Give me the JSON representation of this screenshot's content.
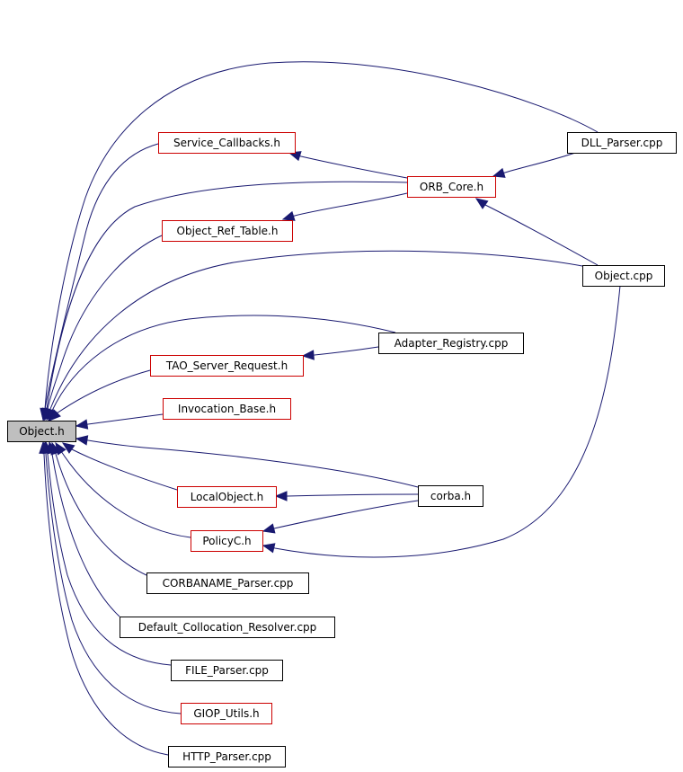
{
  "diagram": {
    "nodes": [
      {
        "id": "object_h",
        "label": "Object.h",
        "style": "root"
      },
      {
        "id": "dll_parser",
        "label": "DLL_Parser.cpp",
        "style": "black"
      },
      {
        "id": "service_callbacks",
        "label": "Service_Callbacks.h",
        "style": "red"
      },
      {
        "id": "orb_core",
        "label": "ORB_Core.h",
        "style": "red"
      },
      {
        "id": "object_ref_table",
        "label": "Object_Ref_Table.h",
        "style": "red"
      },
      {
        "id": "object_cpp",
        "label": "Object.cpp",
        "style": "black"
      },
      {
        "id": "adapter_registry",
        "label": "Adapter_Registry.cpp",
        "style": "black"
      },
      {
        "id": "tao_server_request",
        "label": "TAO_Server_Request.h",
        "style": "red"
      },
      {
        "id": "invocation_base",
        "label": "Invocation_Base.h",
        "style": "red"
      },
      {
        "id": "corba_h",
        "label": "corba.h",
        "style": "black"
      },
      {
        "id": "localobject",
        "label": "LocalObject.h",
        "style": "red"
      },
      {
        "id": "policyc",
        "label": "PolicyC.h",
        "style": "red"
      },
      {
        "id": "corbaname_parser",
        "label": "CORBANAME_Parser.cpp",
        "style": "black"
      },
      {
        "id": "default_collocation",
        "label": "Default_Collocation_Resolver.cpp",
        "style": "black"
      },
      {
        "id": "file_parser",
        "label": "FILE_Parser.cpp",
        "style": "black"
      },
      {
        "id": "giop_utils",
        "label": "GIOP_Utils.h",
        "style": "red"
      },
      {
        "id": "http_parser",
        "label": "HTTP_Parser.cpp",
        "style": "black"
      }
    ],
    "edges": [
      {
        "from": "dll_parser",
        "to": "object_h"
      },
      {
        "from": "dll_parser",
        "to": "orb_core"
      },
      {
        "from": "service_callbacks",
        "to": "object_h"
      },
      {
        "from": "orb_core",
        "to": "service_callbacks"
      },
      {
        "from": "orb_core",
        "to": "object_h"
      },
      {
        "from": "orb_core",
        "to": "object_ref_table"
      },
      {
        "from": "object_ref_table",
        "to": "object_h"
      },
      {
        "from": "object_cpp",
        "to": "orb_core"
      },
      {
        "from": "object_cpp",
        "to": "object_h"
      },
      {
        "from": "object_cpp",
        "to": "policyc"
      },
      {
        "from": "adapter_registry",
        "to": "object_h"
      },
      {
        "from": "adapter_registry",
        "to": "tao_server_request"
      },
      {
        "from": "tao_server_request",
        "to": "object_h"
      },
      {
        "from": "invocation_base",
        "to": "object_h"
      },
      {
        "from": "corba_h",
        "to": "object_h"
      },
      {
        "from": "corba_h",
        "to": "localobject"
      },
      {
        "from": "corba_h",
        "to": "policyc"
      },
      {
        "from": "localobject",
        "to": "object_h"
      },
      {
        "from": "policyc",
        "to": "object_h"
      },
      {
        "from": "corbaname_parser",
        "to": "object_h"
      },
      {
        "from": "default_collocation",
        "to": "object_h"
      },
      {
        "from": "file_parser",
        "to": "object_h"
      },
      {
        "from": "giop_utils",
        "to": "object_h"
      },
      {
        "from": "http_parser",
        "to": "object_h"
      }
    ]
  }
}
